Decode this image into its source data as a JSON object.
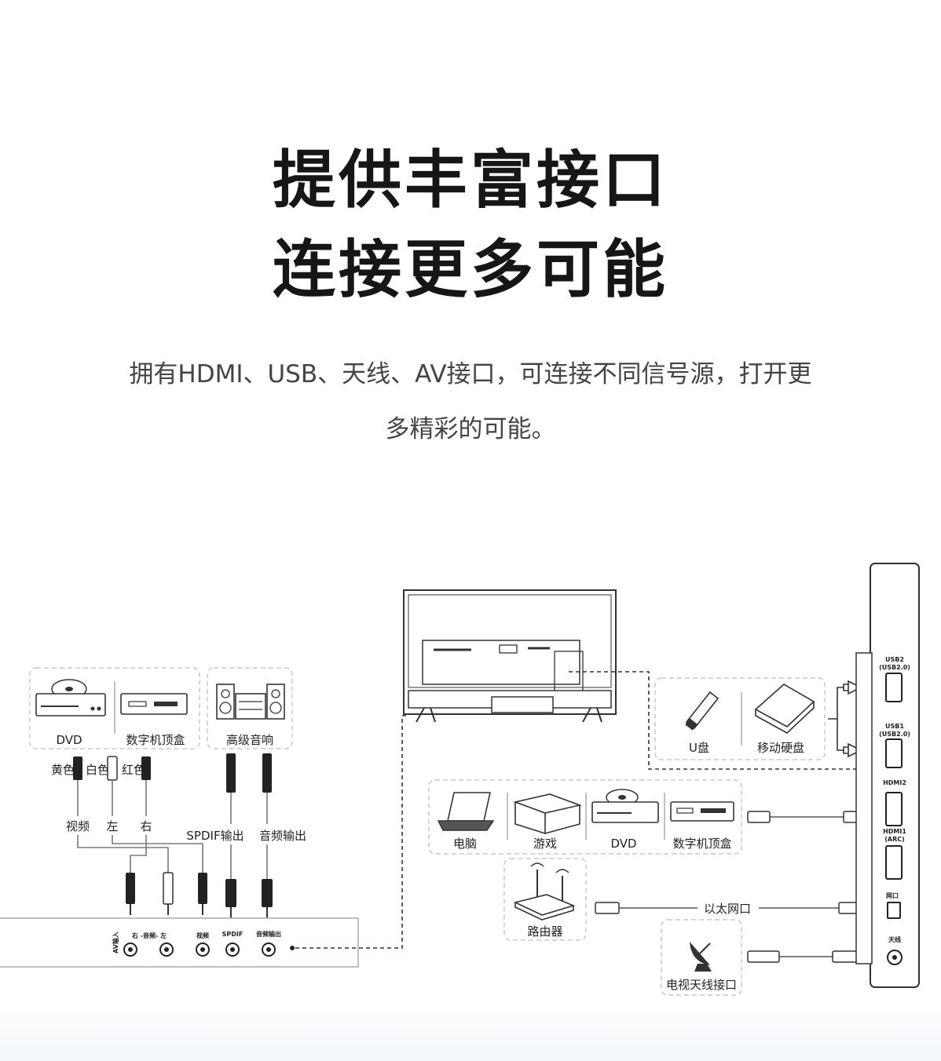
{
  "headline": {
    "line1": "提供丰富接口",
    "line2": "连接更多可能"
  },
  "description": {
    "line1": "拥有HDMI、USB、天线、AV接口，可连接不同信号源，打开更",
    "line2": "多精彩的可能。"
  },
  "left_devices": {
    "dvd": "DVD",
    "set_top_box": "数字机顶盒",
    "hifi": "高级音响"
  },
  "av_cables": {
    "yellow": "黄色",
    "white": "白色",
    "red": "红色",
    "video": "视频",
    "left": "左",
    "right": "右"
  },
  "audio_outputs": {
    "spdif": "SPDIF输出",
    "audio_out": "音频输出"
  },
  "panel": {
    "av_in": "AV输入",
    "audio_lr": "右 -音频- 左",
    "video": "视频",
    "spdif": "SPDIF",
    "audio_out": "音频输出"
  },
  "usb_devices": {
    "u_disk": "U盘",
    "hdd": "移动硬盘"
  },
  "hdmi_devices": {
    "computer": "电脑",
    "game": "游戏",
    "dvd": "DVD",
    "set_top_box": "数字机顶盒"
  },
  "router": "路由器",
  "ethernet": "以太网口",
  "antenna": "电视天线接口",
  "tv_ports": {
    "usb2": "USB2",
    "usb2_ver": "(USB2.0)",
    "usb1": "USB1",
    "usb1_ver": "(USB2.0)",
    "hdmi2": "HDMI2",
    "hdmi1": "HDMI1",
    "hdmi1_arc": "(ARC)",
    "lan": "网口",
    "antenna": "天线"
  }
}
